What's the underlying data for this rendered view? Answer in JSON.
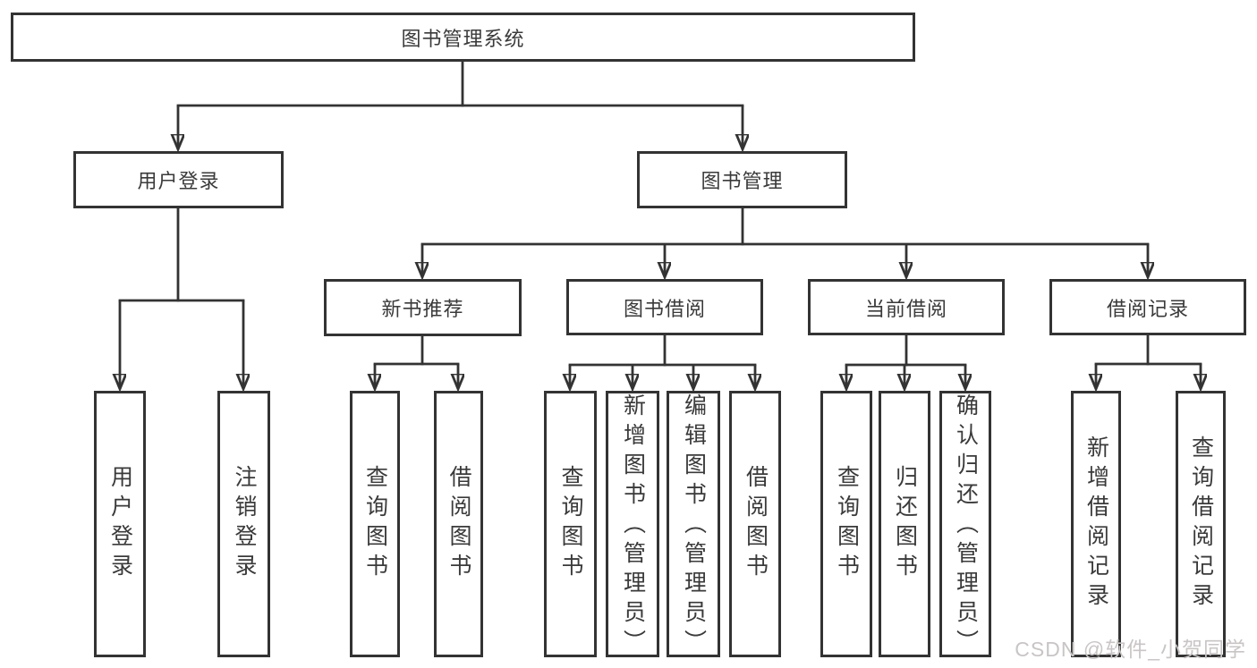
{
  "diagram": {
    "type": "hierarchy-tree",
    "title": "图书管理系统",
    "colors": {
      "background": "#ffffff",
      "line": "#333333",
      "box_border": "#333333",
      "text": "#3a3a3a",
      "watermark": "#c9c5c5"
    },
    "nodes": {
      "root": {
        "label": "图书管理系统"
      },
      "user_login": {
        "label": "用户登录"
      },
      "book_mgmt": {
        "label": "图书管理"
      },
      "new_book": {
        "label": "新书推荐"
      },
      "book_borrow": {
        "label": "图书借阅"
      },
      "current_borrow": {
        "label": "当前借阅"
      },
      "borrow_record": {
        "label": "借阅记录"
      },
      "user_login_leaf": {
        "label": "用户登录"
      },
      "logout_leaf": {
        "label": "注销登录"
      },
      "nb_query": {
        "label": "查询图书"
      },
      "nb_borrow": {
        "label": "借阅图书"
      },
      "bb_query": {
        "label": "查询图书"
      },
      "bb_add": {
        "label": "新增图书（管理员）"
      },
      "bb_edit": {
        "label": "编辑图书（管理员）"
      },
      "bb_borrow": {
        "label": "借阅图书"
      },
      "cb_query": {
        "label": "查询图书"
      },
      "cb_return": {
        "label": "归还图书"
      },
      "cb_confirm": {
        "label": "确认归还（管理员）"
      },
      "br_add": {
        "label": "新增借阅记录"
      },
      "br_query": {
        "label": "查询借阅记录"
      }
    },
    "edges": [
      [
        "root",
        "user_login"
      ],
      [
        "root",
        "book_mgmt"
      ],
      [
        "user_login",
        "user_login_leaf"
      ],
      [
        "user_login",
        "logout_leaf"
      ],
      [
        "book_mgmt",
        "new_book"
      ],
      [
        "book_mgmt",
        "book_borrow"
      ],
      [
        "book_mgmt",
        "current_borrow"
      ],
      [
        "book_mgmt",
        "borrow_record"
      ],
      [
        "new_book",
        "nb_query"
      ],
      [
        "new_book",
        "nb_borrow"
      ],
      [
        "book_borrow",
        "bb_query"
      ],
      [
        "book_borrow",
        "bb_add"
      ],
      [
        "book_borrow",
        "bb_edit"
      ],
      [
        "book_borrow",
        "bb_borrow"
      ],
      [
        "current_borrow",
        "cb_query"
      ],
      [
        "current_borrow",
        "cb_return"
      ],
      [
        "current_borrow",
        "cb_confirm"
      ],
      [
        "borrow_record",
        "br_add"
      ],
      [
        "borrow_record",
        "br_query"
      ]
    ],
    "watermark": "CSDN @软件_小贺同学"
  }
}
